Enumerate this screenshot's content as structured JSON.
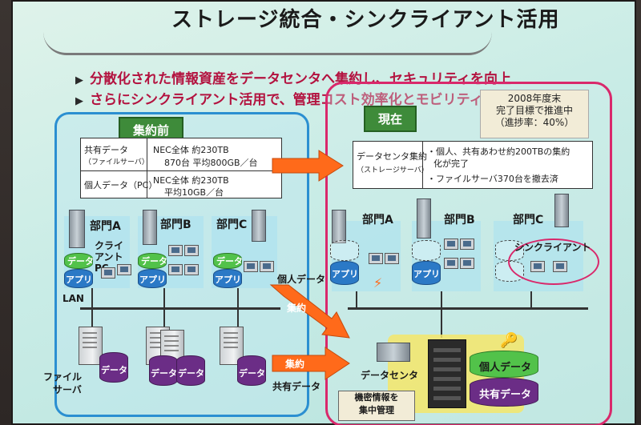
{
  "slide": {
    "title": "ストレージ統合・シンクライアント活用",
    "bullets": [
      "分散化された情報資産をデータセンタへ集約し、セキュリティを向上",
      "さらにシンクライアント活用で、管理コスト効率化とモビリティ向上を実現"
    ],
    "status_box": {
      "line1": "2008年度末",
      "line2": "完了目標で推進中",
      "line3": "（進捗率：40%）"
    },
    "before": {
      "tag": "集約前",
      "table": {
        "row1_label_1": "共有データ",
        "row1_label_2": "（ファイルサーバ）",
        "row1_value_1": "NEC全体 約230TB",
        "row1_value_2": "870台 平均800GB／台",
        "row2_label": "個人データ（PC）",
        "row2_value_1": "NEC全体 約230TB",
        "row2_value_2": "平均10GB／台"
      },
      "depts": [
        "部門A",
        "部門B",
        "部門C"
      ],
      "client_pc_label": "クライアントPC",
      "lan_label": "LAN",
      "file_server_label_1": "ファイル",
      "file_server_label_2": "サーバ",
      "data_label": "データ",
      "app_label": "アプリ"
    },
    "now": {
      "tag": "現在",
      "table": {
        "label_1": "データセンタ集約",
        "label_2": "（ストレージサーバ）",
        "item1_1": "・個人、共有あわせ約200TBの集約",
        "item1_2": "化が完了",
        "item2": "・ファイルサーバ370台を撤去済"
      },
      "depts": [
        "部門A",
        "部門B",
        "部門C"
      ],
      "thin_client_label": "シンクライアント",
      "app_label": "アプリ",
      "datacenter_label": "データセンタ",
      "personal_data_label": "個人データ",
      "shared_data_label": "共有データ",
      "note_line1": "機密情報を",
      "note_line2": "集中管理"
    },
    "arrows": {
      "personal_data": "個人データ",
      "shared_data": "共有データ",
      "consolidate_1": "集約",
      "consolidate_2": "集約"
    },
    "colors": {
      "bullet_red": "#b3123f",
      "before_border": "#2b8fd1",
      "now_border": "#d9286b",
      "tag_green": "#3e8b3a",
      "arrow_orange": "#ff6a1a"
    }
  }
}
